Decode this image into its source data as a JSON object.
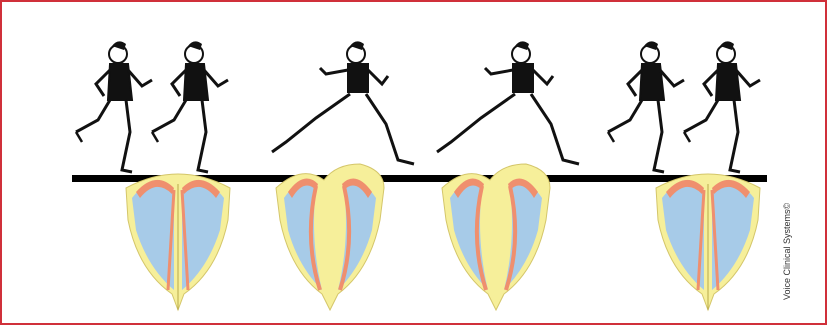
{
  "figure": {
    "copyright_text": "Voice Clinical Systems©",
    "colors": {
      "frame_border": "#d0303a",
      "ground_line": "#000000",
      "fold_blue": "#a7cbe8",
      "fold_yellow": "#f6ef9a",
      "fold_red": "#ef8f6e",
      "runner_shirt": "#111111",
      "runner_outline": "#111111"
    },
    "runner_poses": [
      "upright-stride",
      "upright-stride",
      "long-lunge",
      "long-lunge",
      "upright-stride",
      "upright-stride"
    ],
    "fold_states": [
      "closed",
      "open",
      "open",
      "closed"
    ]
  }
}
